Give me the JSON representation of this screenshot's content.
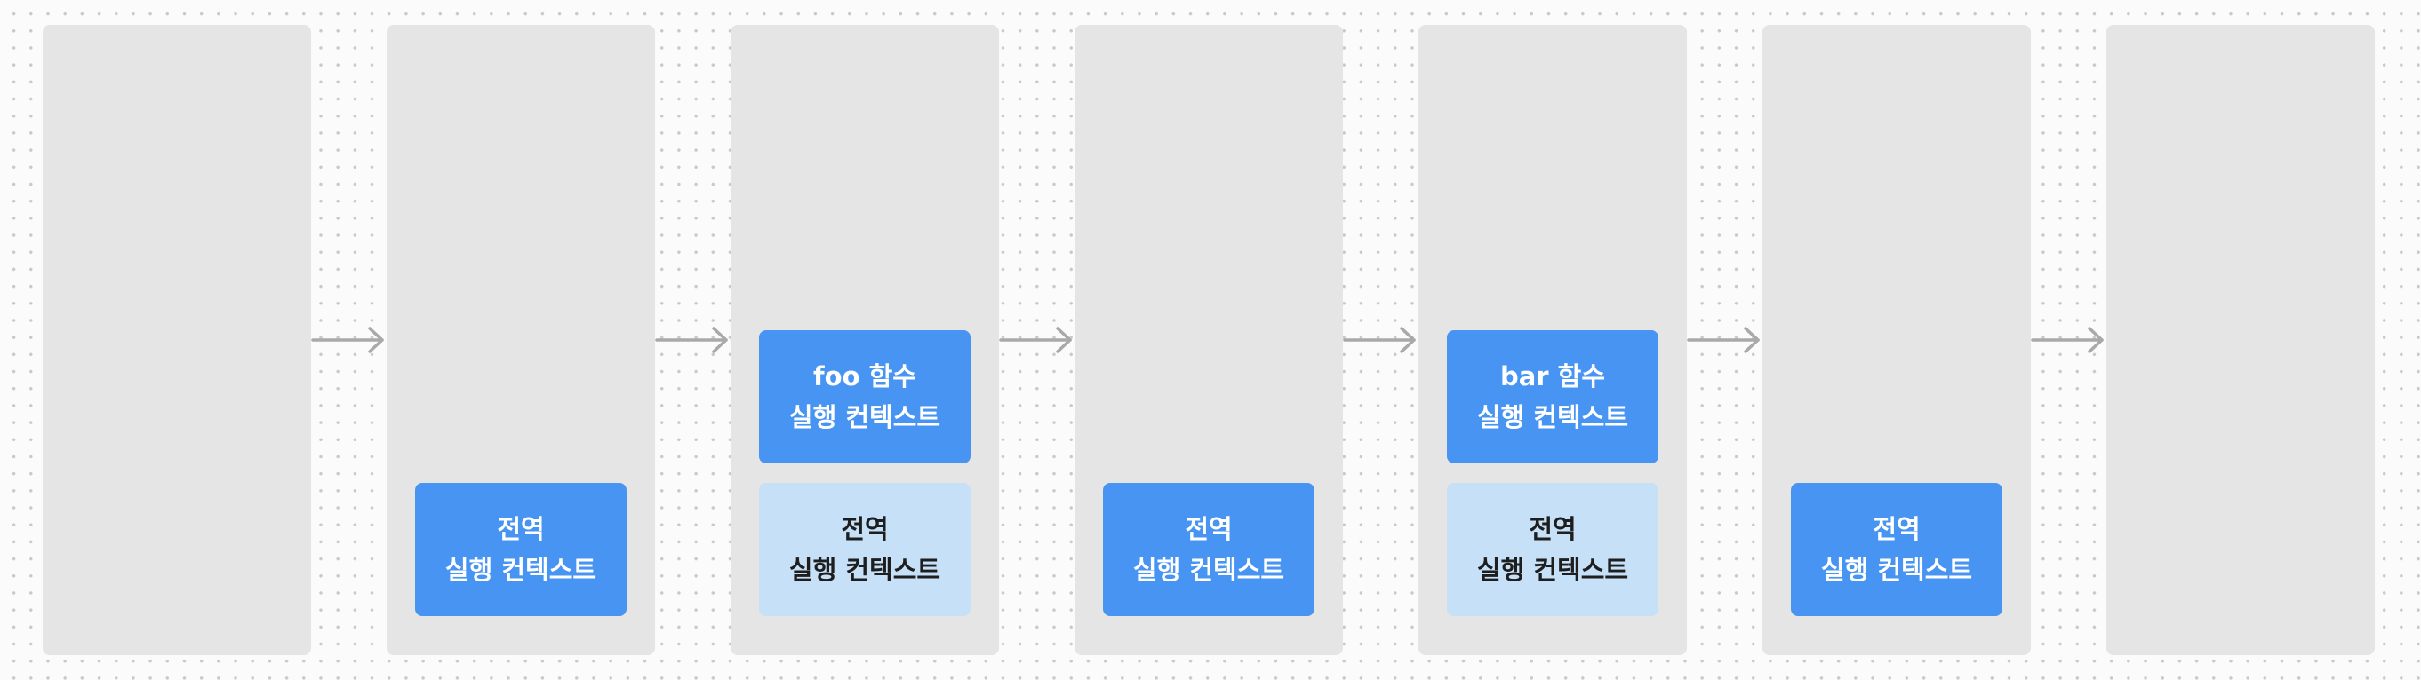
{
  "stacks": [
    {
      "frames": []
    },
    {
      "frames": [
        {
          "line1": "전역",
          "line2": "실행 컨텍스트"
        }
      ]
    },
    {
      "frames": [
        {
          "line1": "전역",
          "line2": "실행 컨텍스트"
        },
        {
          "line1": "foo 함수",
          "line2": "실행 컨텍스트"
        }
      ]
    },
    {
      "frames": [
        {
          "line1": "전역",
          "line2": "실행 컨텍스트"
        }
      ]
    },
    {
      "frames": [
        {
          "line1": "전역",
          "line2": "실행 컨텍스트"
        },
        {
          "line1": "bar 함수",
          "line2": "실행 컨텍스트"
        }
      ]
    },
    {
      "frames": [
        {
          "line1": "전역",
          "line2": "실행 컨텍스트"
        }
      ]
    },
    {
      "frames": []
    }
  ],
  "colors": {
    "stack_bg": "#e5e5e5",
    "active_frame": "#4894f3",
    "paused_frame": "#c6e0f8",
    "arrow": "#a9a9a9"
  }
}
